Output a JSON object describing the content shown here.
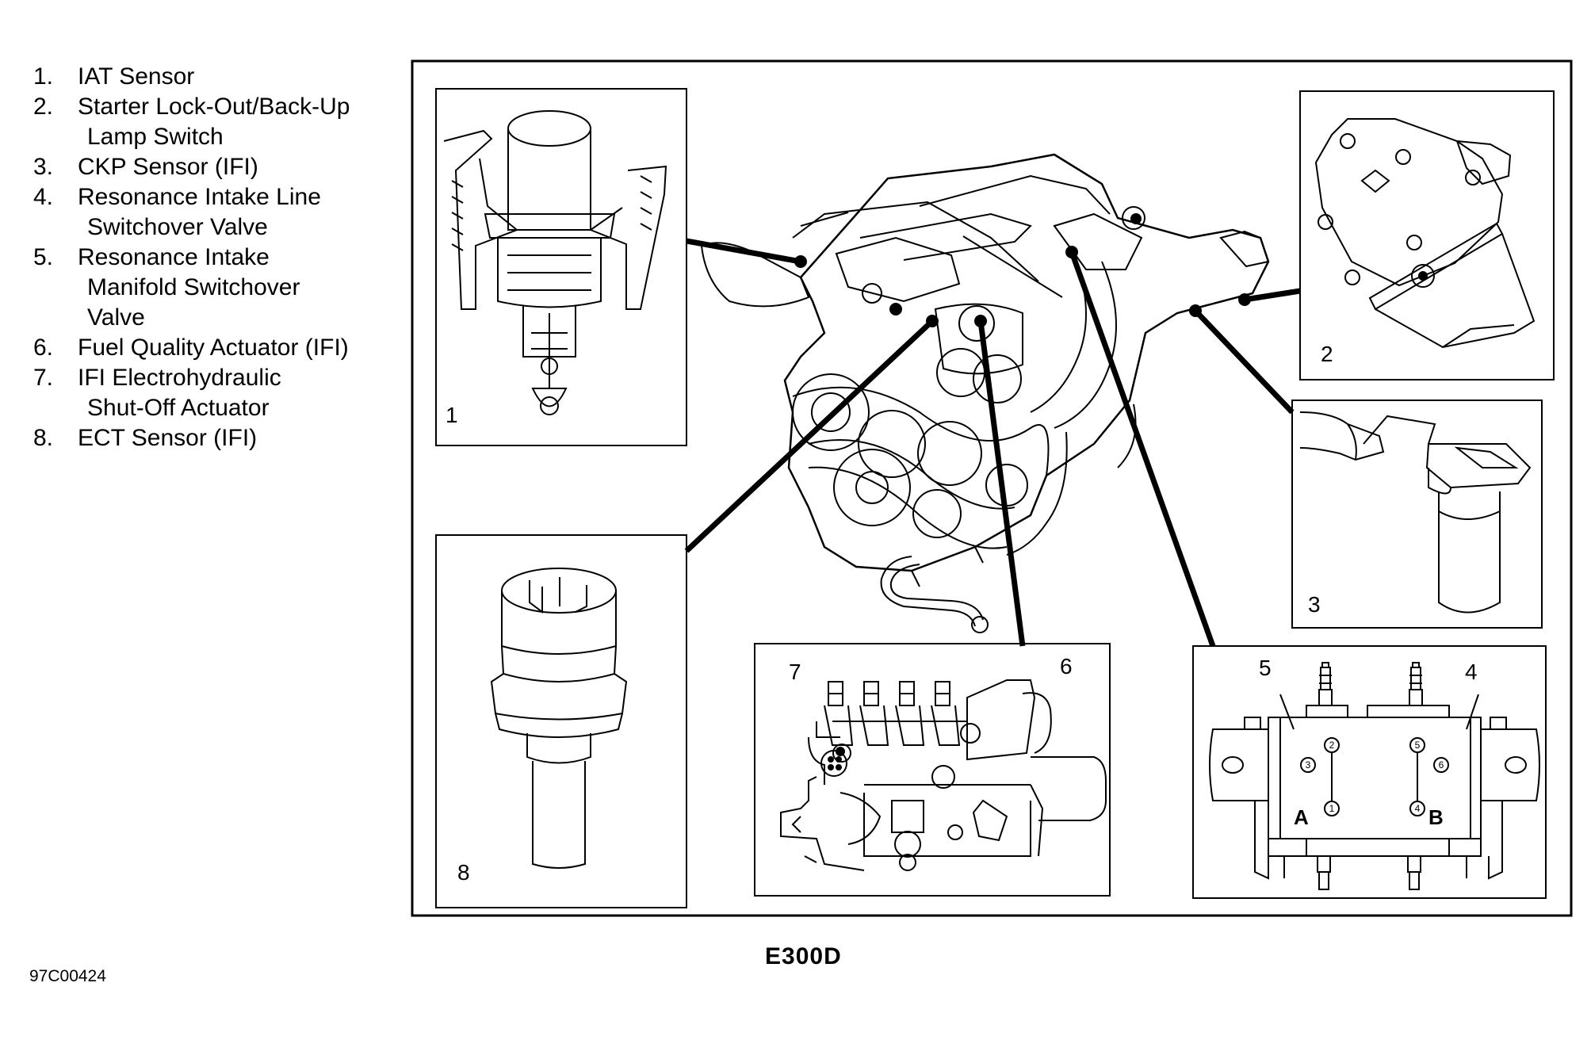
{
  "legend": [
    {
      "num": "1.",
      "lines": [
        "IAT Sensor"
      ]
    },
    {
      "num": "2.",
      "lines": [
        "Starter Lock-Out/Back-Up",
        "Lamp Switch"
      ]
    },
    {
      "num": "3.",
      "lines": [
        "CKP Sensor (IFI)"
      ]
    },
    {
      "num": "4.",
      "lines": [
        "Resonance Intake Line",
        "Switchover Valve"
      ]
    },
    {
      "num": "5.",
      "lines": [
        "Resonance Intake",
        "Manifold Switchover",
        "Valve"
      ]
    },
    {
      "num": "6.",
      "lines": [
        "Fuel Quality Actuator (IFI)"
      ]
    },
    {
      "num": "7.",
      "lines": [
        "IFI Electrohydraulic",
        "Shut-Off Actuator"
      ]
    },
    {
      "num": "8.",
      "lines": [
        "ECT Sensor (IFI)"
      ]
    }
  ],
  "panels": {
    "p1": "1",
    "p2": "2",
    "p3": "3",
    "p8": "8",
    "p6": "6",
    "p7": "7",
    "p5": "5",
    "p4": "4",
    "valve_a": "A",
    "valve_b": "B",
    "ports": [
      "1",
      "2",
      "3",
      "4",
      "5",
      "6"
    ]
  },
  "caption": "E300D",
  "figure_id": "97C00424"
}
